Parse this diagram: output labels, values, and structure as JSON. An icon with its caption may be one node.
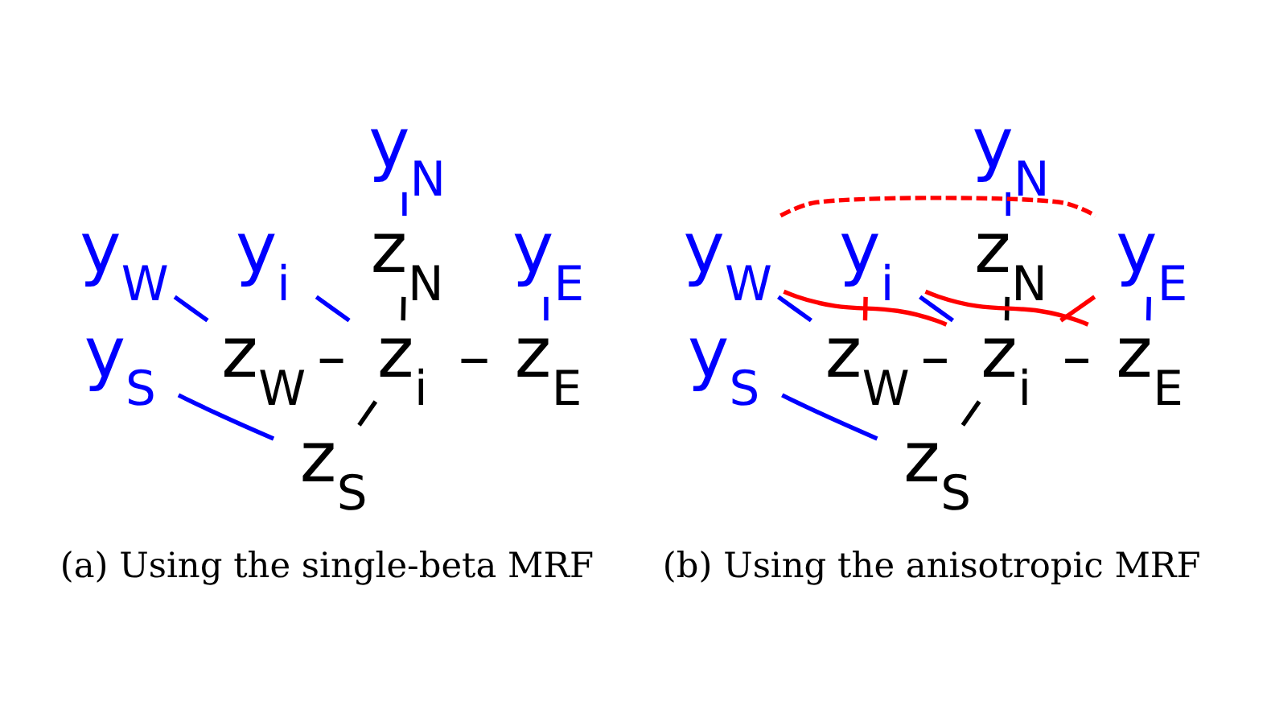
{
  "diagram": {
    "nodes": [
      {
        "text": [
          "y$_{N}$"
        ]
      },
      {
        "text": [
          "z$_{N}$"
        ]
      },
      {
        "text": [
          "y$_{W}$"
        ]
      },
      {
        "text": [
          "y$_{i}$"
        ]
      },
      {
        "text": [
          "y$_{E}$"
        ]
      },
      {
        "text": [
          "z$_{W}$"
        ]
      },
      {
        "text": [
          "z$_{i}$"
        ]
      },
      {
        "text": [
          "z$_{E}$"
        ]
      },
      {
        "text": [
          "y$_{S}$"
        ]
      },
      {
        "text": [
          "z$_{S}$"
        ]
      },
      {
        "text": [
          "y$_{N}$"
        ]
      },
      {
        "text": [
          "z$_{N}$"
        ]
      },
      {
        "text": [
          "y$_{W}$"
        ]
      },
      {
        "text": [
          "y$_{i}$"
        ]
      },
      {
        "text": [
          "y$_{E}$"
        ]
      },
      {
        "text": [
          "z$_{W}$"
        ]
      },
      {
        "text": [
          "z$_{i}$"
        ]
      },
      {
        "text": [
          "z$_{E}$"
        ]
      },
      {
        "text": [
          "y$_{S}$"
        ]
      },
      {
        "text": [
          "z$_{S}$"
        ]
      }
    ],
    "edges": [
      {
        "from": 0,
        "to": 1,
        "arrow": "none"
      },
      {
        "from": 2,
        "to": 5,
        "arrow": "none"
      },
      {
        "from": 3,
        "to": 6,
        "arrow": "none"
      },
      {
        "from": 4,
        "to": 7,
        "arrow": "none"
      },
      {
        "from": 8,
        "to": 9,
        "arrow": "none"
      },
      {
        "from": 1,
        "to": 6,
        "arrow": "none",
        "color": "#000000"
      },
      {
        "from": 5,
        "to": 6,
        "arrow": "none",
        "color": "#000000"
      },
      {
        "from": 6,
        "to": 7,
        "arrow": "none",
        "color": "#000000"
      },
      {
        "from": 6,
        "to": 9,
        "arrow": "none",
        "color": "#000000"
      },
      {
        "from": 10,
        "to": 11,
        "arrow": "none"
      },
      {
        "from": 12,
        "to": 15,
        "arrow": "none"
      },
      {
        "from": 13,
        "to": 16,
        "arrow": "none"
      },
      {
        "from": 14,
        "to": 17,
        "arrow": "none"
      },
      {
        "from": 18,
        "to": 19,
        "arrow": "none"
      },
      {
        "from": 11,
        "to": 16,
        "arrow": "none",
        "color": "#000000"
      },
      {
        "from": 15,
        "to": 16,
        "arrow": "none",
        "color": "#000000"
      },
      {
        "from": 16,
        "to": 17,
        "arrow": "none",
        "color": "#000000"
      },
      {
        "from": 16,
        "to": 19,
        "arrow": "none",
        "color": "#000000"
      },
      {
        "from": 12,
        "to": 16,
        "arrow": "none",
        "color": "#ff0000"
      },
      {
        "from": 15,
        "to": 13,
        "arrow": "none",
        "color": "#ff0000"
      },
      {
        "from": 13,
        "to": 17,
        "arrow": "none",
        "color": "#ff0000"
      },
      {
        "from": 16,
        "to": 14,
        "arrow": "none",
        "color": "#ff0000"
      },
      {
        "from": 12,
        "to": 14,
        "arrow": "none",
        "style": "dashed",
        "color": "#ff0000"
      }
    ],
    "labels": [
      "(a) Using the single-beta MRF",
      "(b) Using the anisotropic MRF"
    ]
  }
}
